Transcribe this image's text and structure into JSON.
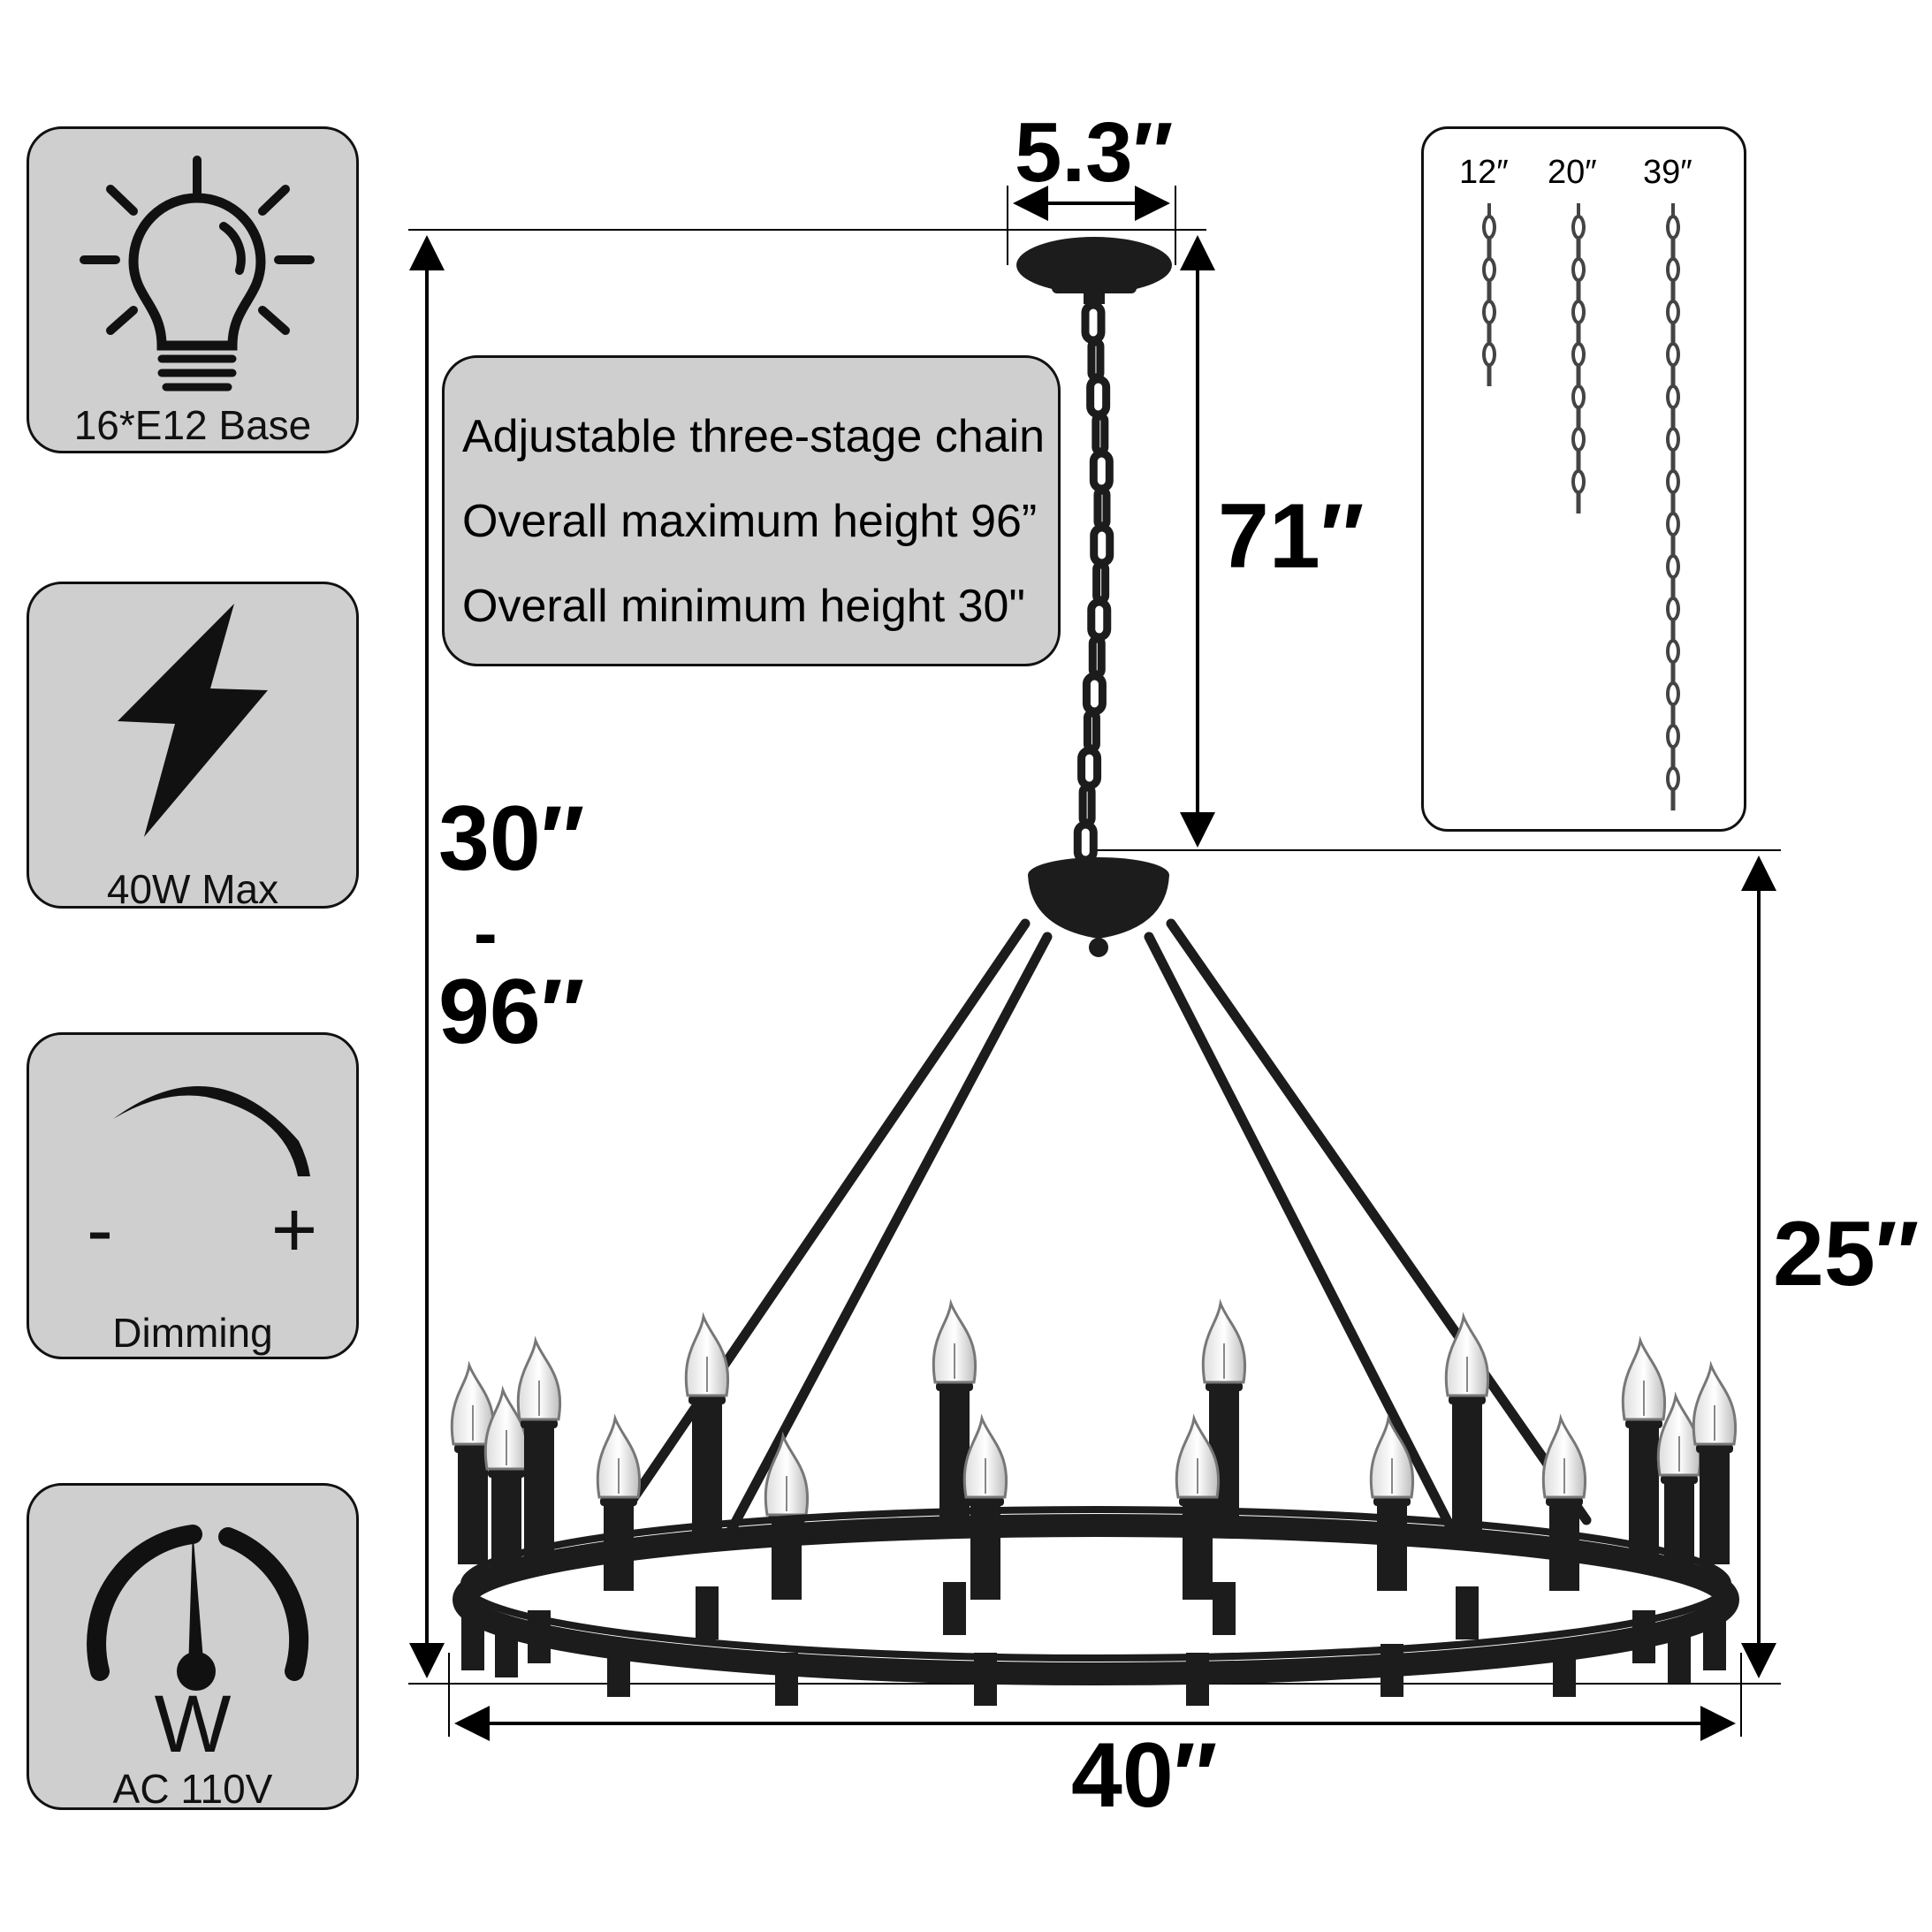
{
  "features": [
    {
      "label": "16*E12 Base",
      "icon": "light-bulb-icon"
    },
    {
      "label": "40W Max",
      "icon": "lightning-bolt-icon"
    },
    {
      "label": "Dimming",
      "icon": "dimmer-arc-icon",
      "minus": "-",
      "plus": "+"
    },
    {
      "label": "AC 110V",
      "icon": "wattage-gauge-icon",
      "symbol": "W"
    }
  ],
  "chain_note": {
    "lines": [
      "Adjustable three-stage chain",
      "Overall maximum height 96”",
      "Overall minimum height 30\""
    ]
  },
  "chain_options": [
    "12″",
    "20″",
    "39″"
  ],
  "dimensions": {
    "canopy_width": "5.3″",
    "chain_length": "71″",
    "overall_height_min": "30″",
    "overall_height_sep": "-",
    "overall_height_max": "96″",
    "body_height": "25″",
    "diameter": "40″"
  },
  "colors": {
    "panel": "#cfcfcf",
    "fixture": "#1c1c1c",
    "outline": "#111111"
  }
}
